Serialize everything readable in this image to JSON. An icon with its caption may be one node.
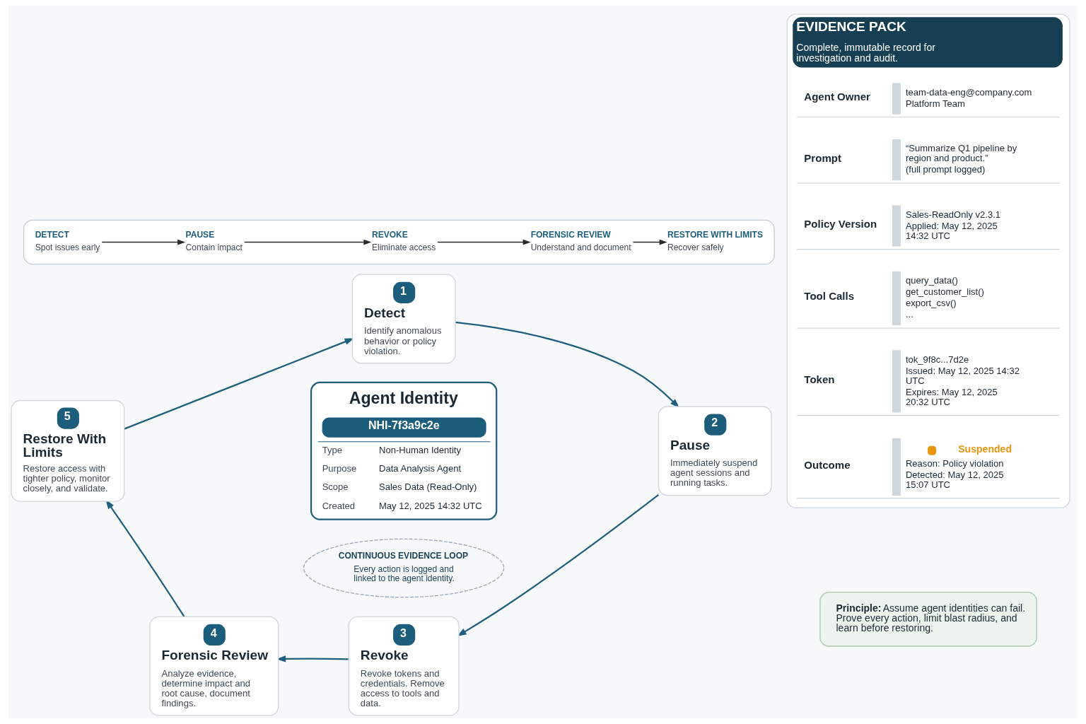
{
  "diagram": {
    "nodes": [
      {
        "text": [
          "1",
          "Detect",
          "Identify anomalous behavior or policy violation."
        ]
      },
      {
        "text": [
          "2",
          "Pause",
          "Immediately suspend agent sessions and running tasks."
        ]
      },
      {
        "text": [
          "3",
          "Revoke",
          "Revoke tokens and credentials. Remove access to tools and data."
        ]
      },
      {
        "text": [
          "4",
          "Forensic Review",
          "Analyze evidence, determine impact and root cause, document findings."
        ]
      },
      {
        "text": [
          "5",
          "Restore With Limits",
          "Restore access with tighter policy, monitor closely, and validate."
        ]
      },
      {
        "text": [
          "Agent Identity",
          "NHI-7f3a9c2e",
          "Type",
          "Non-Human Identity",
          "Purpose",
          "Data Analysis Agent",
          "Scope",
          "Sales Data (Read-Only)",
          "Created",
          "May 12, 2025 14:32 UTC"
        ]
      },
      {
        "text": [
          "CONTINUOUS EVIDENCE LOOP",
          "Every action is logged and linked to the agent identity."
        ]
      },
      {
        "text": [
          "EVIDENCE PACK",
          "Complete, immutable record for investigation and audit."
        ]
      },
      {
        "text": [
          "Agent Owner",
          "team-data-eng@company.com",
          "Platform Team"
        ],
        "in": 7
      },
      {
        "text": [
          "Prompt",
          "“Summarize Q1 pipeline by region and product.”",
          "(full prompt logged)"
        ],
        "in": 7
      },
      {
        "text": [
          "Policy Version",
          "Sales-ReadOnly v2.3.1",
          "Applied: May 12, 2025 14:32 UTC"
        ],
        "in": 7
      },
      {
        "text": [
          "Tool Calls",
          "query_data()",
          "get_customer_list()",
          "export_csv()",
          "..."
        ],
        "in": 7
      },
      {
        "text": [
          "Token",
          "tok_9f8c...7d2e",
          "Issued: May 12, 2025 14:32 UTC",
          "Expires: May 12, 2025 20:32 UTC"
        ],
        "in": 7
      },
      {
        "text": [
          "Outcome",
          "Suspended",
          "Reason: Policy violation",
          "Detected: May 12, 2025 15:07 UTC"
        ],
        "in": 7
      },
      {
        "text": [],
        "shape": "box"
      },
      {
        "text": [
          "DETECT",
          "Spot issues early"
        ],
        "in": 14
      },
      {
        "text": [
          "PAUSE",
          "Contain impact"
        ],
        "in": 14
      },
      {
        "text": [
          "REVOKE",
          "Eliminate access"
        ],
        "in": 14
      },
      {
        "text": [
          "FORENSIC REVIEW",
          "Understand and document"
        ],
        "in": 14
      },
      {
        "text": [
          "RESTORE WITH LIMITS",
          "Recover safely"
        ],
        "in": 14
      },
      {
        "text": [
          "Principle:",
          "Assume agent identities can fail. Prove every action, limit blast radius, and learn before restoring."
        ]
      }
    ],
    "edges": [
      {
        "from": 0,
        "to": 1,
        "arrow": "to"
      },
      {
        "from": 1,
        "to": 2,
        "arrow": "to"
      },
      {
        "from": 2,
        "to": 3,
        "arrow": "to"
      },
      {
        "from": 3,
        "to": 4,
        "arrow": "to"
      },
      {
        "from": 4,
        "to": 0,
        "arrow": "to"
      },
      {
        "from": 15,
        "to": 16,
        "arrow": "to",
        "color": "#2b2b2b"
      },
      {
        "from": 16,
        "to": 17,
        "arrow": "to",
        "color": "#2b2b2b"
      },
      {
        "from": 17,
        "to": 18,
        "arrow": "to",
        "color": "#2b2b2b"
      },
      {
        "from": 18,
        "to": 19,
        "arrow": "to",
        "color": "#2b2b2b"
      }
    ]
  }
}
